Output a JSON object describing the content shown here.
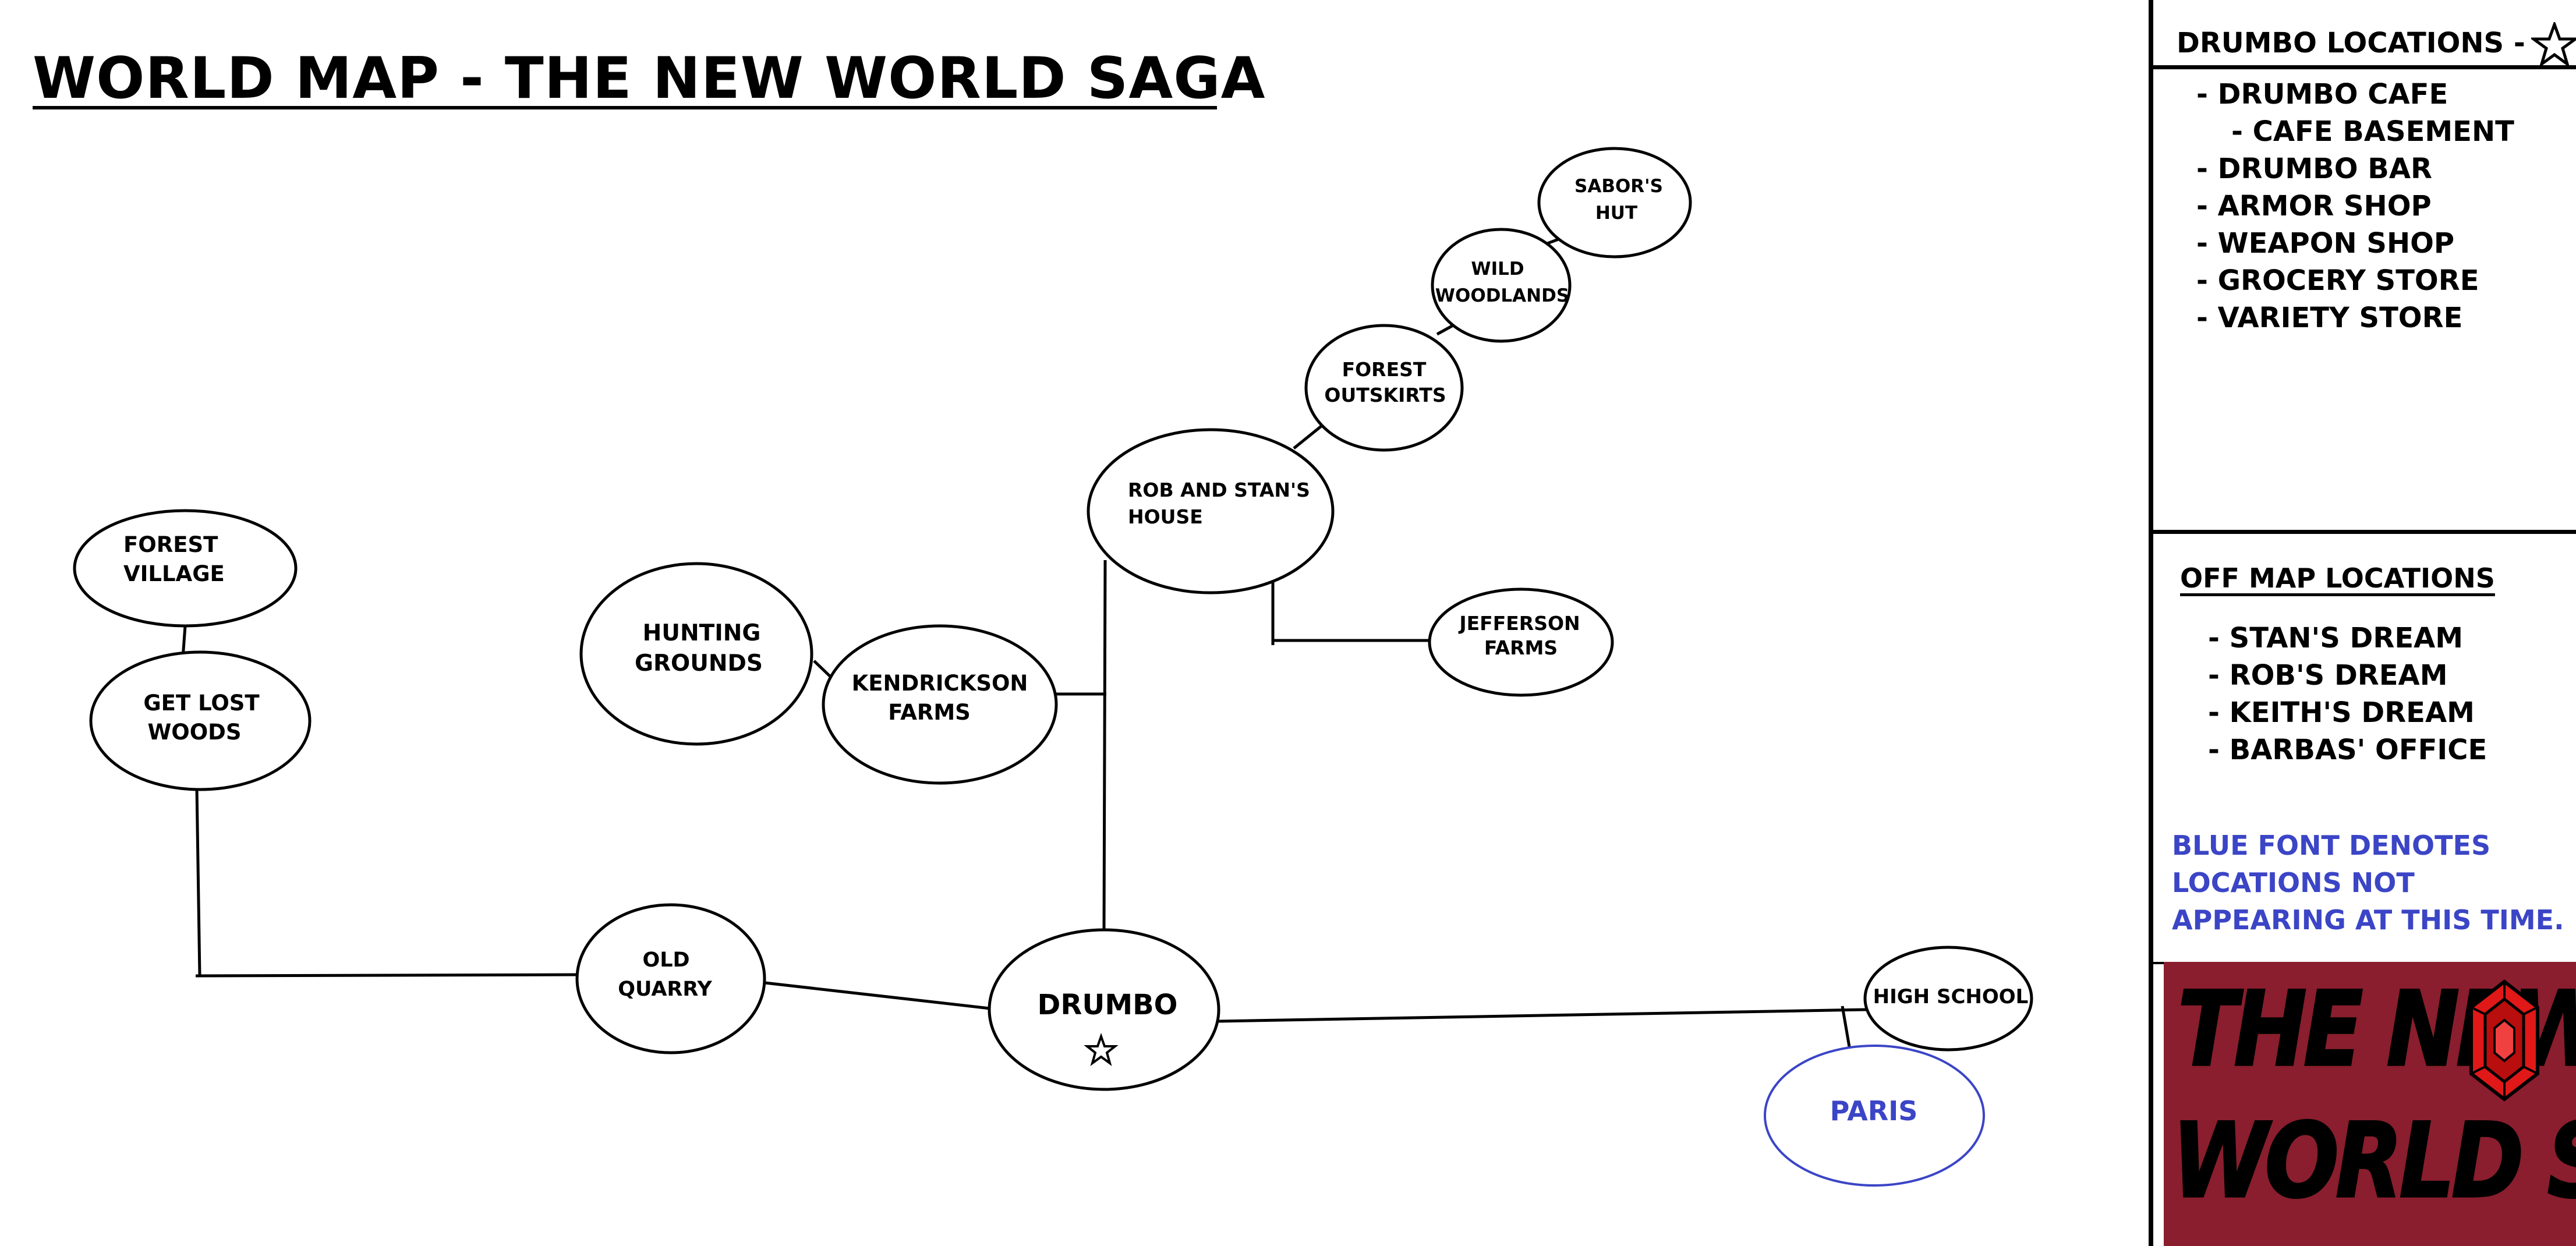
{
  "title": "WORLD MAP  - THE NEW WORLD SAGA",
  "colors": {
    "not_appearing": "#3b45c6",
    "logo_background": "#8a1d2e",
    "logo_text": "#b39520",
    "gem": "#e01818"
  },
  "locations": {
    "forest_village": [
      "FOREST",
      "VILLAGE"
    ],
    "get_lost_woods": [
      "GET LOST",
      "WOODS"
    ],
    "hunting_grounds": [
      "HUNTING",
      "GROUNDS"
    ],
    "kendrickson_farms": [
      "KENDRICKSON",
      "FARMS"
    ],
    "rob_and_stans_house": [
      "ROB AND STAN'S",
      "HOUSE"
    ],
    "forest_outskirts": [
      "FOREST",
      "OUTSKIRTS"
    ],
    "wild_woodlands": [
      "WILD",
      "WOODLANDS"
    ],
    "sabors_hut": [
      "SABOR'S",
      "HUT"
    ],
    "jefferson_farms": [
      "JEFFERSON",
      "FARMS"
    ],
    "old_quarry": [
      "OLD",
      "QUARRY"
    ],
    "drumbo": [
      "DRUMBO"
    ],
    "high_school": [
      "HIGH SCHOOL"
    ],
    "paris": [
      "PARIS"
    ]
  },
  "drumbo_locations": {
    "heading": "DRUMBO LOCATIONS -",
    "marker_icon": "star-outline-icon",
    "items": [
      "- DRUMBO CAFE",
      "- CAFE BASEMENT",
      "- DRUMBO BAR",
      "- ARMOR SHOP",
      "- WEAPON SHOP",
      "- GROCERY STORE",
      "- VARIETY STORE"
    ]
  },
  "off_map_locations": {
    "heading": "OFF MAP LOCATIONS",
    "items": [
      "- STAN'S DREAM",
      "- ROB'S DREAM",
      "- KEITH'S DREAM",
      "- BARBAS' OFFICE"
    ]
  },
  "note": "BLUE FONT DENOTES LOCATIONS NOT APPEARING AT THIS TIME.",
  "logo": {
    "line1": "THE NEW",
    "line2": "WORLD SAGA",
    "gem_icon": "red-gem-icon"
  }
}
